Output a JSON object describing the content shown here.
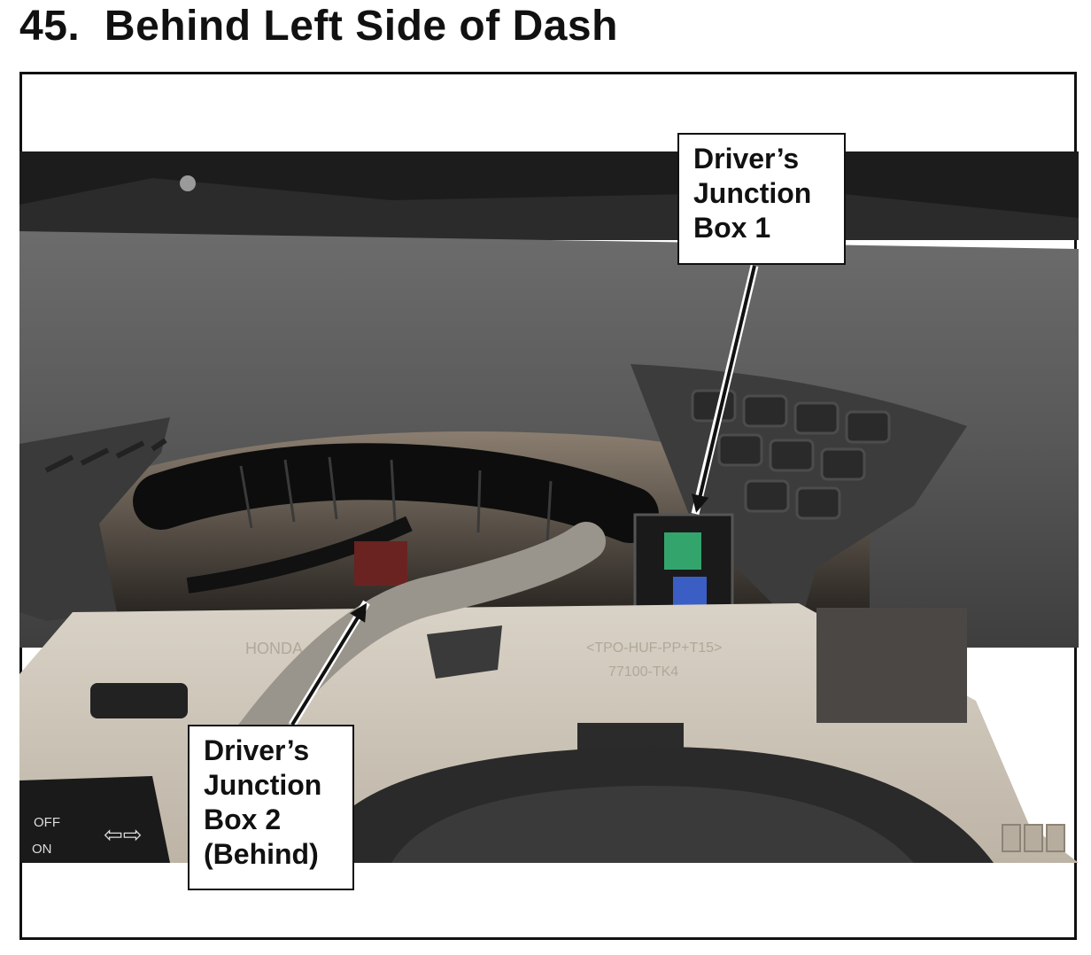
{
  "heading": {
    "number": "45.",
    "text": "Behind Left Side of Dash"
  },
  "photo": {
    "icon": "dashboard-photo",
    "imprints": [
      "HONDA",
      "<TPO-HUF-PP+T15>",
      "77100-TK4"
    ],
    "stalk_labels": [
      "OFF",
      "ON"
    ]
  },
  "callouts": [
    {
      "id": "junction-box-1",
      "lines": [
        "Driver’s",
        "Junction",
        "Box 1"
      ]
    },
    {
      "id": "junction-box-2",
      "lines": [
        "Driver’s",
        "Junction",
        "Box 2",
        "(Behind)"
      ]
    }
  ],
  "colors": {
    "ink": "#111111",
    "label_bg": "#ffffff"
  }
}
